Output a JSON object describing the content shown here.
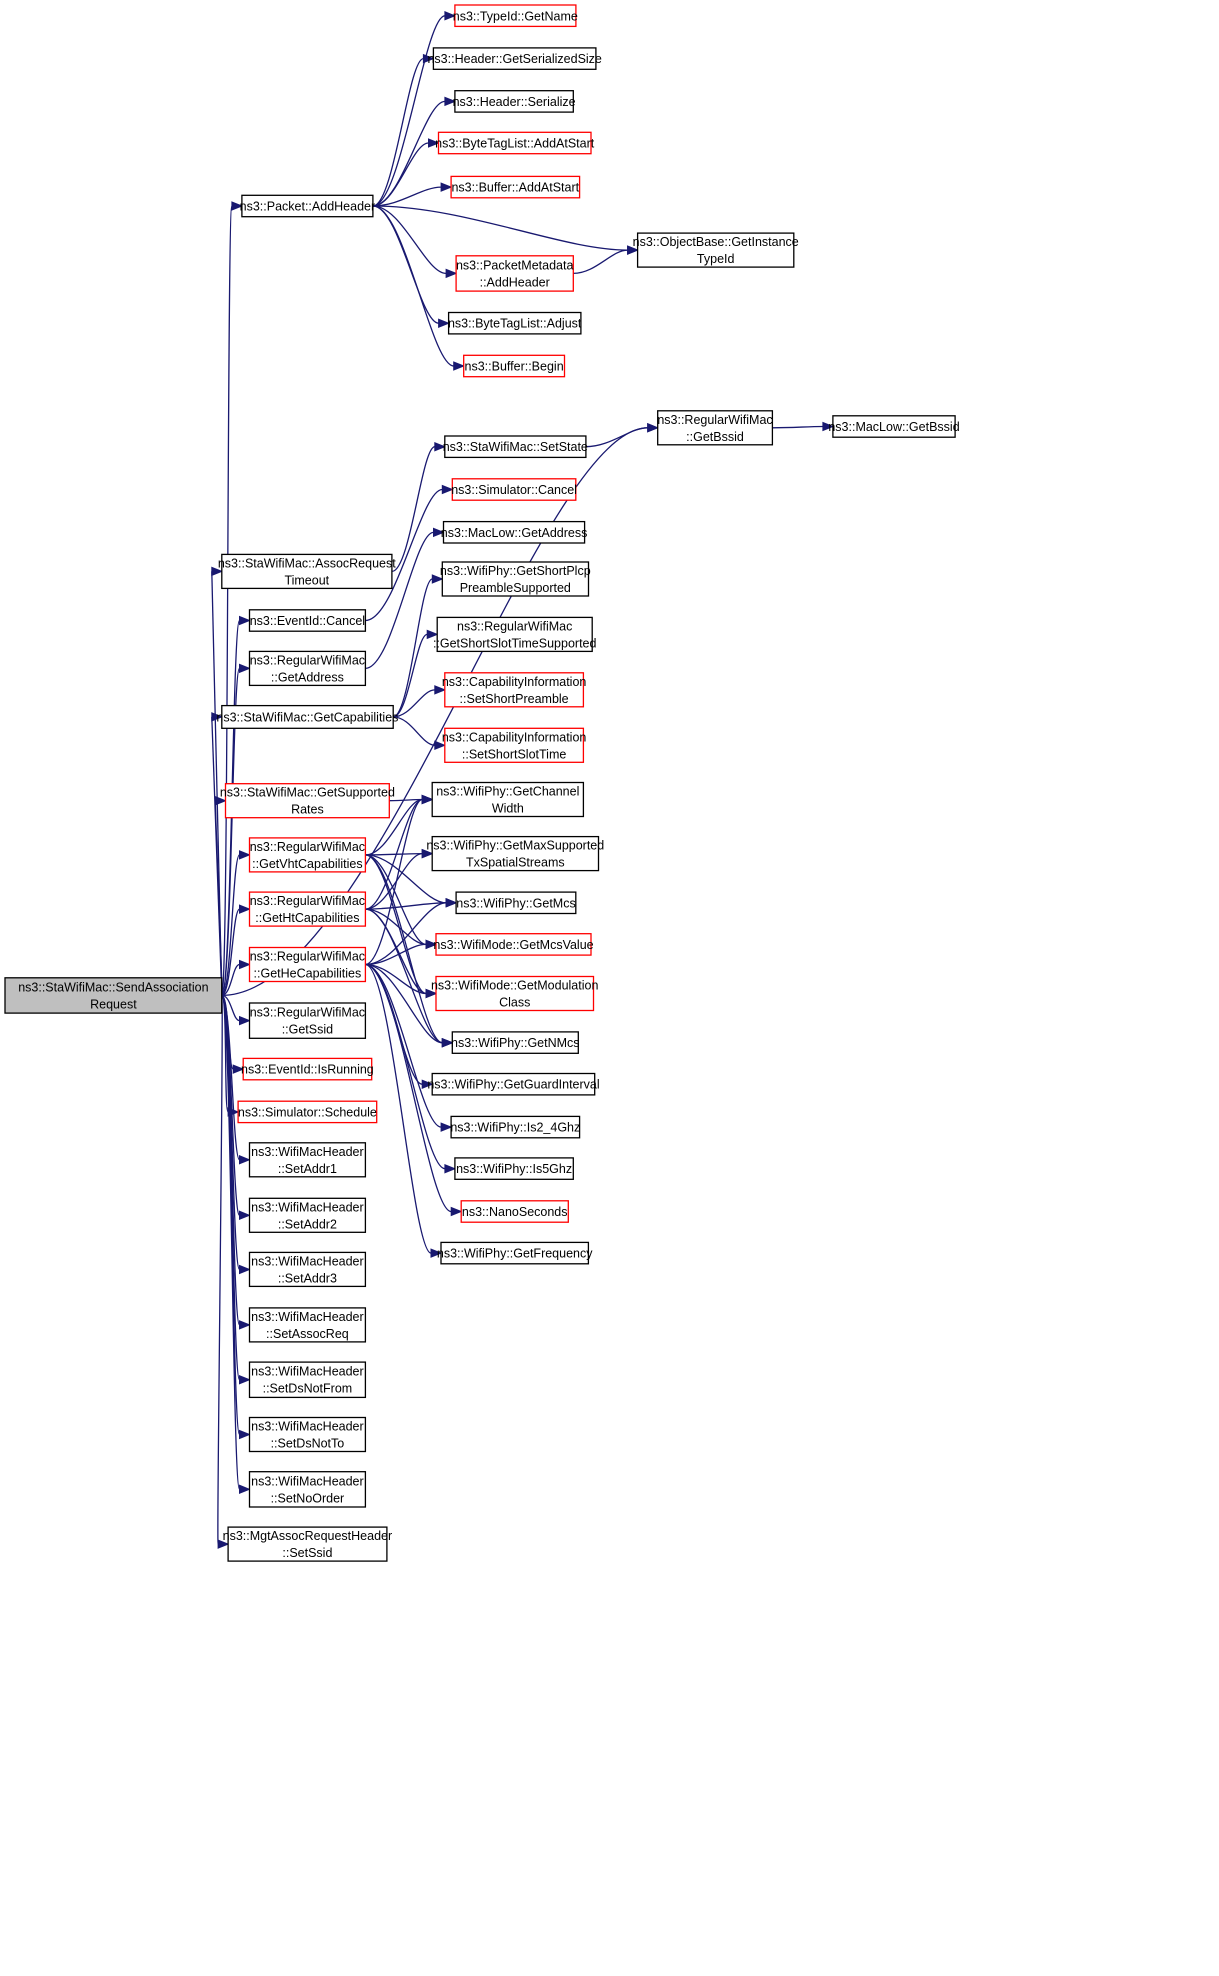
{
  "colors": {
    "edge": "#191970",
    "box_border_default": "#000000",
    "box_border_missing_doc": "#ff0000",
    "root_fill": "#bfbfbf",
    "node_fill": "#ffffff"
  },
  "nodes": [
    {
      "id": "n0",
      "lines": [
        "ns3::StaWifiMac::SendAssociation",
        "Request"
      ],
      "border": "black",
      "root": true
    },
    {
      "id": "n1",
      "lines": [
        "ns3::Packet::AddHeader"
      ],
      "border": "black"
    },
    {
      "id": "n2",
      "lines": [
        "ns3::TypeId::GetName"
      ],
      "border": "red"
    },
    {
      "id": "n3",
      "lines": [
        "ns3::Header::GetSerializedSize"
      ],
      "border": "black"
    },
    {
      "id": "n4",
      "lines": [
        "ns3::Header::Serialize"
      ],
      "border": "black"
    },
    {
      "id": "n5",
      "lines": [
        "ns3::ByteTagList::AddAtStart"
      ],
      "border": "red"
    },
    {
      "id": "n6",
      "lines": [
        "ns3::Buffer::AddAtStart"
      ],
      "border": "red"
    },
    {
      "id": "n7",
      "lines": [
        "ns3::ObjectBase::GetInstance",
        "TypeId"
      ],
      "border": "black"
    },
    {
      "id": "n8",
      "lines": [
        "ns3::PacketMetadata",
        "::AddHeader"
      ],
      "border": "red"
    },
    {
      "id": "n9",
      "lines": [
        "ns3::ByteTagList::Adjust"
      ],
      "border": "black"
    },
    {
      "id": "n10",
      "lines": [
        "ns3::Buffer::Begin"
      ],
      "border": "red"
    },
    {
      "id": "n11",
      "lines": [
        "ns3::RegularWifiMac",
        "::GetBssid"
      ],
      "border": "black"
    },
    {
      "id": "n12",
      "lines": [
        "ns3::MacLow::GetBssid"
      ],
      "border": "black"
    },
    {
      "id": "n13",
      "lines": [
        "ns3::StaWifiMac::SetState"
      ],
      "border": "black"
    },
    {
      "id": "n14",
      "lines": [
        "ns3::Simulator::Cancel"
      ],
      "border": "red"
    },
    {
      "id": "n15",
      "lines": [
        "ns3::MacLow::GetAddress"
      ],
      "border": "black"
    },
    {
      "id": "n16",
      "lines": [
        "ns3::StaWifiMac::AssocRequest",
        "Timeout"
      ],
      "border": "black"
    },
    {
      "id": "n17",
      "lines": [
        "ns3::WifiPhy::GetShortPlcp",
        "PreambleSupported"
      ],
      "border": "black"
    },
    {
      "id": "n18",
      "lines": [
        "ns3::EventId::Cancel"
      ],
      "border": "black"
    },
    {
      "id": "n19",
      "lines": [
        "ns3::RegularWifiMac",
        "::GetShortSlotTimeSupported"
      ],
      "border": "black"
    },
    {
      "id": "n20",
      "lines": [
        "ns3::RegularWifiMac",
        "::GetAddress"
      ],
      "border": "black"
    },
    {
      "id": "n21",
      "lines": [
        "ns3::CapabilityInformation",
        "::SetShortPreamble"
      ],
      "border": "red"
    },
    {
      "id": "n22",
      "lines": [
        "ns3::StaWifiMac::GetCapabilities"
      ],
      "border": "black"
    },
    {
      "id": "n23",
      "lines": [
        "ns3::CapabilityInformation",
        "::SetShortSlotTime"
      ],
      "border": "red"
    },
    {
      "id": "n24",
      "lines": [
        "ns3::StaWifiMac::GetSupported",
        "Rates"
      ],
      "border": "red"
    },
    {
      "id": "n25",
      "lines": [
        "ns3::WifiPhy::GetChannel",
        "Width"
      ],
      "border": "black"
    },
    {
      "id": "n26",
      "lines": [
        "ns3::RegularWifiMac",
        "::GetVhtCapabilities"
      ],
      "border": "red"
    },
    {
      "id": "n27",
      "lines": [
        "ns3::WifiPhy::GetMaxSupported",
        "TxSpatialStreams"
      ],
      "border": "black"
    },
    {
      "id": "n28",
      "lines": [
        "ns3::RegularWifiMac",
        "::GetHtCapabilities"
      ],
      "border": "red"
    },
    {
      "id": "n29",
      "lines": [
        "ns3::WifiPhy::GetMcs"
      ],
      "border": "black"
    },
    {
      "id": "n30",
      "lines": [
        "ns3::WifiMode::GetMcsValue"
      ],
      "border": "red"
    },
    {
      "id": "n31",
      "lines": [
        "ns3::RegularWifiMac",
        "::GetHeCapabilities"
      ],
      "border": "red"
    },
    {
      "id": "n32",
      "lines": [
        "ns3::WifiMode::GetModulation",
        "Class"
      ],
      "border": "red"
    },
    {
      "id": "n33",
      "lines": [
        "ns3::WifiPhy::GetNMcs"
      ],
      "border": "black"
    },
    {
      "id": "n34",
      "lines": [
        "ns3::RegularWifiMac",
        "::GetSsid"
      ],
      "border": "black"
    },
    {
      "id": "n35",
      "lines": [
        "ns3::WifiPhy::GetGuardInterval"
      ],
      "border": "black"
    },
    {
      "id": "n36",
      "lines": [
        "ns3::EventId::IsRunning"
      ],
      "border": "red"
    },
    {
      "id": "n37",
      "lines": [
        "ns3::WifiPhy::Is2_4Ghz"
      ],
      "border": "black"
    },
    {
      "id": "n38",
      "lines": [
        "ns3::Simulator::Schedule"
      ],
      "border": "red"
    },
    {
      "id": "n39",
      "lines": [
        "ns3::WifiPhy::Is5Ghz"
      ],
      "border": "black"
    },
    {
      "id": "n40",
      "lines": [
        "ns3::WifiMacHeader",
        "::SetAddr1"
      ],
      "border": "black"
    },
    {
      "id": "n41",
      "lines": [
        "ns3::NanoSeconds"
      ],
      "border": "red"
    },
    {
      "id": "n42",
      "lines": [
        "ns3::WifiPhy::GetFrequency"
      ],
      "border": "black"
    },
    {
      "id": "n43",
      "lines": [
        "ns3::WifiMacHeader",
        "::SetAddr2"
      ],
      "border": "black"
    },
    {
      "id": "n44",
      "lines": [
        "ns3::WifiMacHeader",
        "::SetAddr3"
      ],
      "border": "black"
    },
    {
      "id": "n45",
      "lines": [
        "ns3::WifiMacHeader",
        "::SetAssocReq"
      ],
      "border": "black"
    },
    {
      "id": "n46",
      "lines": [
        "ns3::WifiMacHeader",
        "::SetDsNotFrom"
      ],
      "border": "black"
    },
    {
      "id": "n47",
      "lines": [
        "ns3::WifiMacHeader",
        "::SetDsNotTo"
      ],
      "border": "black"
    },
    {
      "id": "n48",
      "lines": [
        "ns3::WifiMacHeader",
        "::SetNoOrder"
      ],
      "border": "black"
    },
    {
      "id": "n49",
      "lines": [
        "ns3::MgtAssocRequestHeader",
        "::SetSsid"
      ],
      "border": "black"
    }
  ],
  "edges": [
    [
      "n0",
      "n1"
    ],
    [
      "n1",
      "n2"
    ],
    [
      "n1",
      "n3"
    ],
    [
      "n1",
      "n4"
    ],
    [
      "n1",
      "n5"
    ],
    [
      "n1",
      "n6"
    ],
    [
      "n1",
      "n7"
    ],
    [
      "n1",
      "n8"
    ],
    [
      "n8",
      "n7"
    ],
    [
      "n1",
      "n9"
    ],
    [
      "n1",
      "n10"
    ],
    [
      "n0",
      "n11"
    ],
    [
      "n11",
      "n12"
    ],
    [
      "n0",
      "n16"
    ],
    [
      "n16",
      "n13"
    ],
    [
      "n13",
      "n11"
    ],
    [
      "n0",
      "n18"
    ],
    [
      "n18",
      "n14"
    ],
    [
      "n0",
      "n20"
    ],
    [
      "n20",
      "n15"
    ],
    [
      "n0",
      "n22"
    ],
    [
      "n22",
      "n17"
    ],
    [
      "n22",
      "n19"
    ],
    [
      "n22",
      "n21"
    ],
    [
      "n22",
      "n23"
    ],
    [
      "n0",
      "n24"
    ],
    [
      "n24",
      "n25"
    ],
    [
      "n0",
      "n26"
    ],
    [
      "n26",
      "n25"
    ],
    [
      "n26",
      "n27"
    ],
    [
      "n26",
      "n29"
    ],
    [
      "n26",
      "n30"
    ],
    [
      "n26",
      "n32"
    ],
    [
      "n26",
      "n33"
    ],
    [
      "n0",
      "n28"
    ],
    [
      "n28",
      "n25"
    ],
    [
      "n28",
      "n27"
    ],
    [
      "n28",
      "n29"
    ],
    [
      "n28",
      "n30"
    ],
    [
      "n28",
      "n32"
    ],
    [
      "n28",
      "n33"
    ],
    [
      "n0",
      "n31"
    ],
    [
      "n31",
      "n25"
    ],
    [
      "n31",
      "n29"
    ],
    [
      "n31",
      "n30"
    ],
    [
      "n31",
      "n32"
    ],
    [
      "n31",
      "n33"
    ],
    [
      "n31",
      "n35"
    ],
    [
      "n31",
      "n37"
    ],
    [
      "n31",
      "n39"
    ],
    [
      "n31",
      "n41"
    ],
    [
      "n31",
      "n42"
    ],
    [
      "n0",
      "n34"
    ],
    [
      "n0",
      "n36"
    ],
    [
      "n0",
      "n38"
    ],
    [
      "n0",
      "n40"
    ],
    [
      "n0",
      "n43"
    ],
    [
      "n0",
      "n44"
    ],
    [
      "n0",
      "n45"
    ],
    [
      "n0",
      "n46"
    ],
    [
      "n0",
      "n47"
    ],
    [
      "n0",
      "n48"
    ],
    [
      "n0",
      "n49"
    ]
  ]
}
